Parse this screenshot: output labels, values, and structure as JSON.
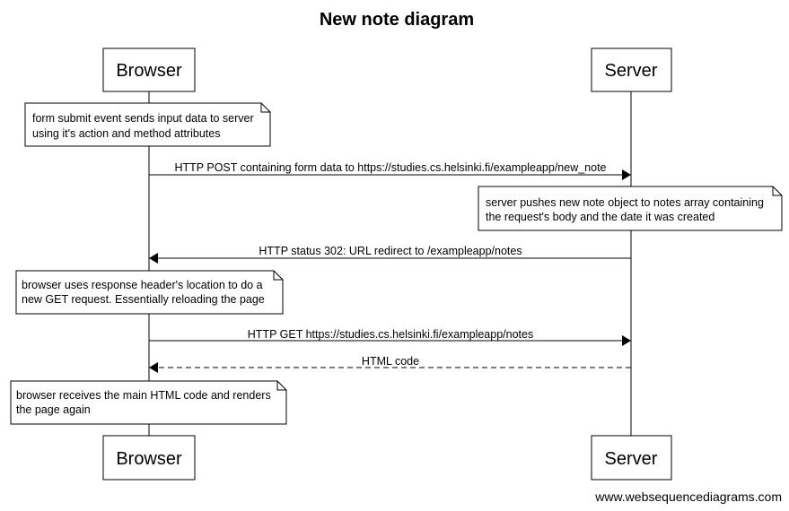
{
  "title": "New note diagram",
  "participants": {
    "browser": "Browser",
    "server": "Server"
  },
  "notes": [
    {
      "id": "n1",
      "over": "Browser",
      "lines": [
        "form submit event sends input data to server",
        "using it's action and method attributes"
      ]
    },
    {
      "id": "n2",
      "over": "Server",
      "lines": [
        "server pushes new note object to notes array containing",
        "the request's body and the date it was created"
      ]
    },
    {
      "id": "n3",
      "over": "Browser",
      "lines": [
        "browser uses response header's location to do a",
        "new GET request. Essentially reloading the page"
      ]
    },
    {
      "id": "n4",
      "over": "Browser",
      "lines": [
        "browser receives the main HTML code and renders",
        "the page again"
      ]
    }
  ],
  "messages": [
    {
      "id": "m1",
      "from": "Browser",
      "to": "Server",
      "style": "solid",
      "label": "HTTP POST containing form data to https://studies.cs.helsinki.fi/exampleapp/new_note"
    },
    {
      "id": "m2",
      "from": "Server",
      "to": "Browser",
      "style": "solid",
      "label": "HTTP status 302: URL redirect to /exampleapp/notes"
    },
    {
      "id": "m3",
      "from": "Browser",
      "to": "Server",
      "style": "solid",
      "label": "HTTP GET https://studies.cs.helsinki.fi/exampleapp/notes"
    },
    {
      "id": "m4",
      "from": "Server",
      "to": "Browser",
      "style": "dashed",
      "label": "HTML code"
    }
  ],
  "footer": "www.websequencediagrams.com"
}
